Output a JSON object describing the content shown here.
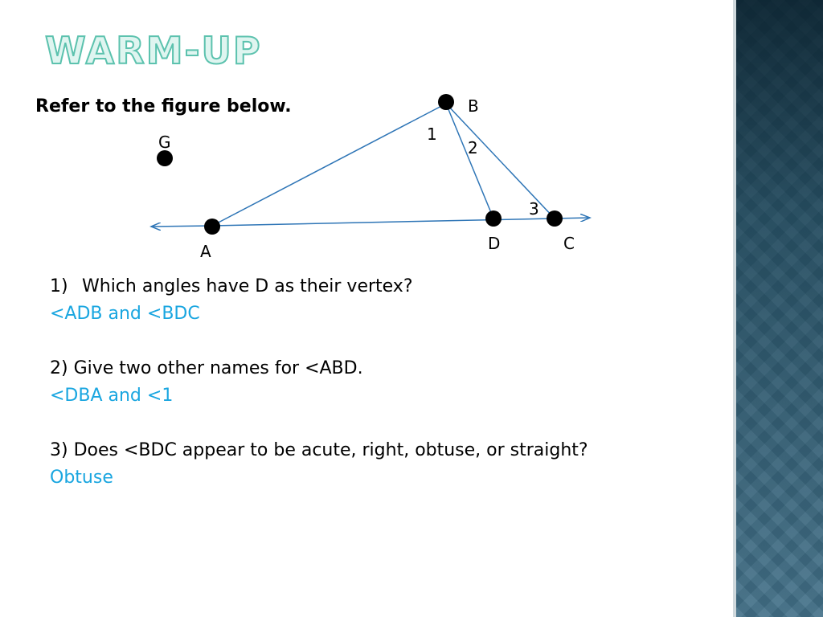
{
  "slide": {
    "title": "WARM-UP",
    "prompt": "Refer to the figure below.",
    "colors": {
      "title_fill": "#dff5f0",
      "title_outline": "#5cc2ae",
      "answer": "#1aa6e0",
      "line": "#2e75b6",
      "side_panel": "#3e6b82"
    }
  },
  "figure": {
    "points": {
      "A": "A",
      "B": "B",
      "C": "C",
      "D": "D",
      "G": "G"
    },
    "angle_labels": [
      "1",
      "2",
      "3"
    ]
  },
  "questions": [
    {
      "number": "1)",
      "text": "Which angles have D as their vertex?",
      "answer": "<ADB and <BDC"
    },
    {
      "number": "2)",
      "text": "Give two other names for <ABD.",
      "answer": "<DBA and <1"
    },
    {
      "number": "3)",
      "text": "Does <BDC appear to be acute, right, obtuse, or straight?",
      "answer": "Obtuse"
    }
  ]
}
